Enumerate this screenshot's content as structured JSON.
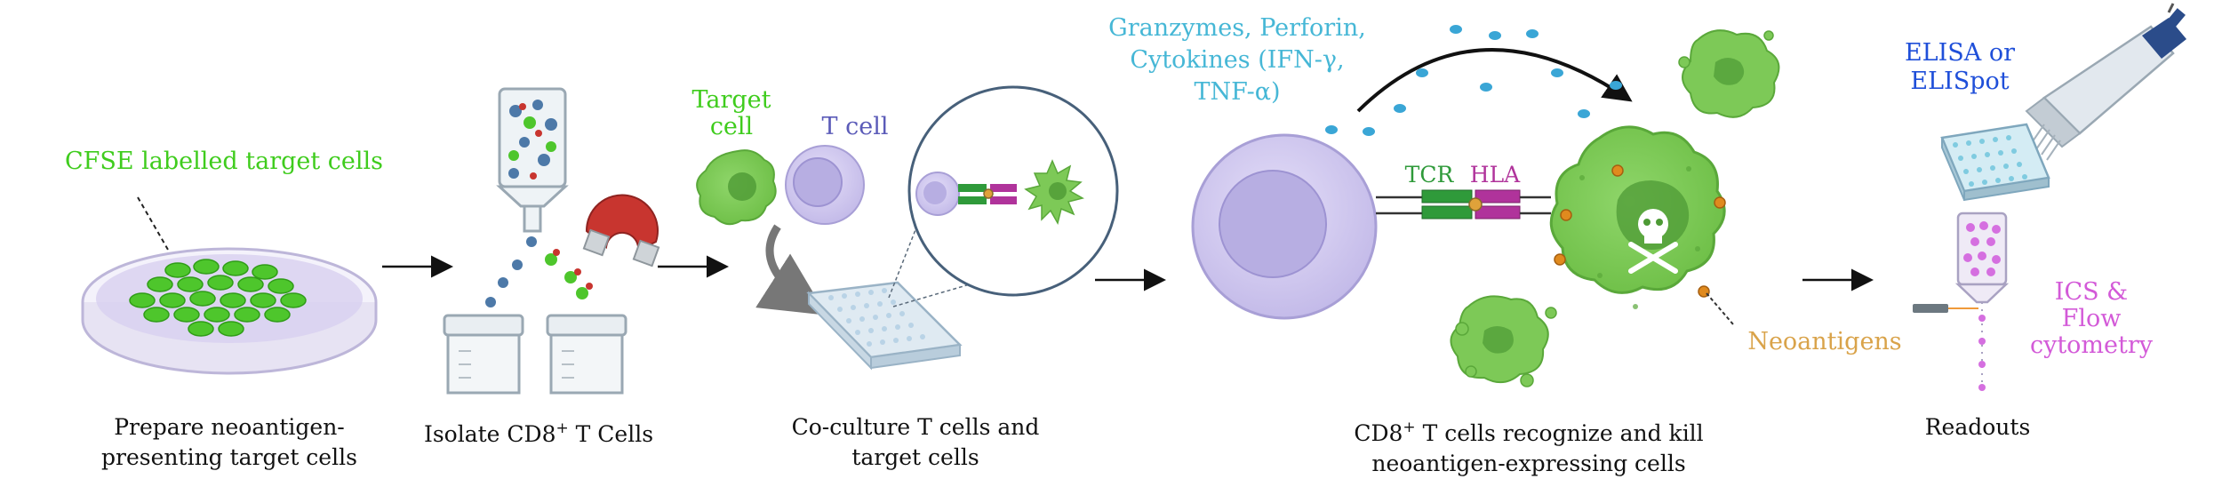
{
  "labels": {
    "cfse": "CFSE labelled target cells",
    "target_cell_1": "Target",
    "target_cell_2": "cell",
    "t_cell": "T cell",
    "granzymes_1": "Granzymes, Perforin,",
    "granzymes_2": "Cytokines (IFN-γ,",
    "granzymes_3": "TNF-α)",
    "tcr": "TCR",
    "hla": "HLA",
    "neoantigens": "Neoantigens",
    "elisa_1": "ELISA or",
    "elisa_2": "ELISpot",
    "ics_1": "ICS &",
    "ics_2": "Flow",
    "ics_3": "cytometry"
  },
  "captions": {
    "step1_line1": "Prepare neoantigen-",
    "step1_line2": "presenting target cells",
    "step2_pre": "Isolate CD8",
    "step2_sup": "+",
    "step2_post": " T Cells",
    "step3_line1": "Co-culture T cells and",
    "step3_line2": "target cells",
    "step4_pre": "CD8",
    "step4_sup": "+",
    "step4_post": " T cells recognize and kill",
    "step4_line2": "neoantigen-expressing cells",
    "step5": "Readouts"
  },
  "colors": {
    "cfse_green": "#3fcc1d",
    "t_cell_lavender": "#c9c2ec",
    "target_green": "#7dc957",
    "tcr_green": "#2f9a3a",
    "hla_magenta": "#b0339b",
    "granule_blue": "#3aa6d6",
    "neoantigen_orange": "#e08a1e",
    "magnet_red": "#c8352f"
  },
  "icons": [
    "petri-dish",
    "magnetic-separation-column",
    "magnet",
    "collection-tube",
    "well-plate",
    "magnifier-zoom",
    "skull-crossbones",
    "multichannel-pipette",
    "flow-cytometer-capillary"
  ]
}
